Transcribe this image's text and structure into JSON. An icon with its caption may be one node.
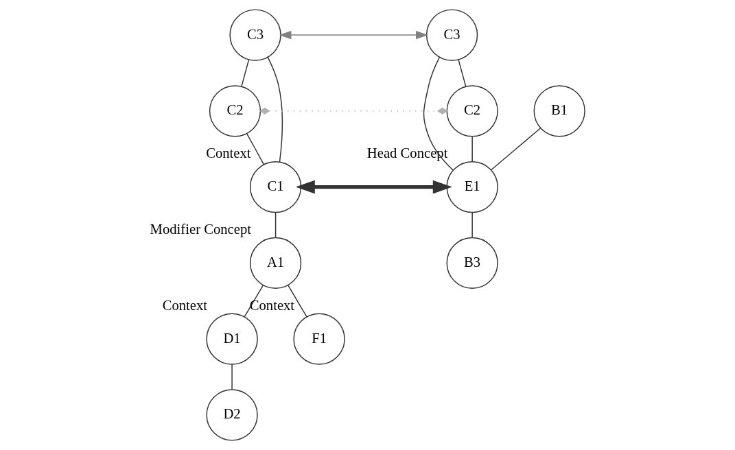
{
  "diagram": {
    "nodes": [
      {
        "text": [
          "C3"
        ]
      },
      {
        "text": [
          "C2"
        ]
      },
      {
        "text": [
          "C1"
        ],
        "beside": [
          "Context"
        ]
      },
      {
        "text": [
          "A1"
        ],
        "beside": [
          "Modifier Concept"
        ]
      },
      {
        "text": [
          "D1"
        ],
        "beside": [
          "Context"
        ]
      },
      {
        "text": [
          "D2"
        ]
      },
      {
        "text": [
          "F1"
        ],
        "beside": [
          "Context"
        ]
      },
      {
        "text": [
          "C3"
        ]
      },
      {
        "text": [
          "C2"
        ]
      },
      {
        "text": [
          "E1"
        ],
        "beside": [
          "Head Concept"
        ]
      },
      {
        "text": [
          "B1"
        ]
      },
      {
        "text": [
          "B3"
        ]
      }
    ],
    "edges": [
      {
        "from": 0,
        "to": 1,
        "arrow": "none"
      },
      {
        "from": 0,
        "to": 2,
        "arrow": "none"
      },
      {
        "from": 1,
        "to": 2,
        "arrow": "none"
      },
      {
        "from": 2,
        "to": 3,
        "arrow": "none"
      },
      {
        "from": 3,
        "to": 4,
        "arrow": "none"
      },
      {
        "from": 4,
        "to": 5,
        "arrow": "none"
      },
      {
        "from": 3,
        "to": 6,
        "arrow": "none"
      },
      {
        "from": 7,
        "to": 8,
        "arrow": "none"
      },
      {
        "from": 7,
        "to": 9,
        "arrow": "none"
      },
      {
        "from": 8,
        "to": 9,
        "arrow": "none"
      },
      {
        "from": 10,
        "to": 9,
        "arrow": "none"
      },
      {
        "from": 9,
        "to": 11,
        "arrow": "none"
      },
      {
        "from": 0,
        "to": 7,
        "arrow": "both",
        "color": "#808080"
      },
      {
        "from": 1,
        "to": 8,
        "arrow": "other",
        "style": "dashed",
        "color": "#b0b0b0"
      },
      {
        "from": 2,
        "to": 9,
        "arrow": "both",
        "style": "thick"
      }
    ]
  }
}
